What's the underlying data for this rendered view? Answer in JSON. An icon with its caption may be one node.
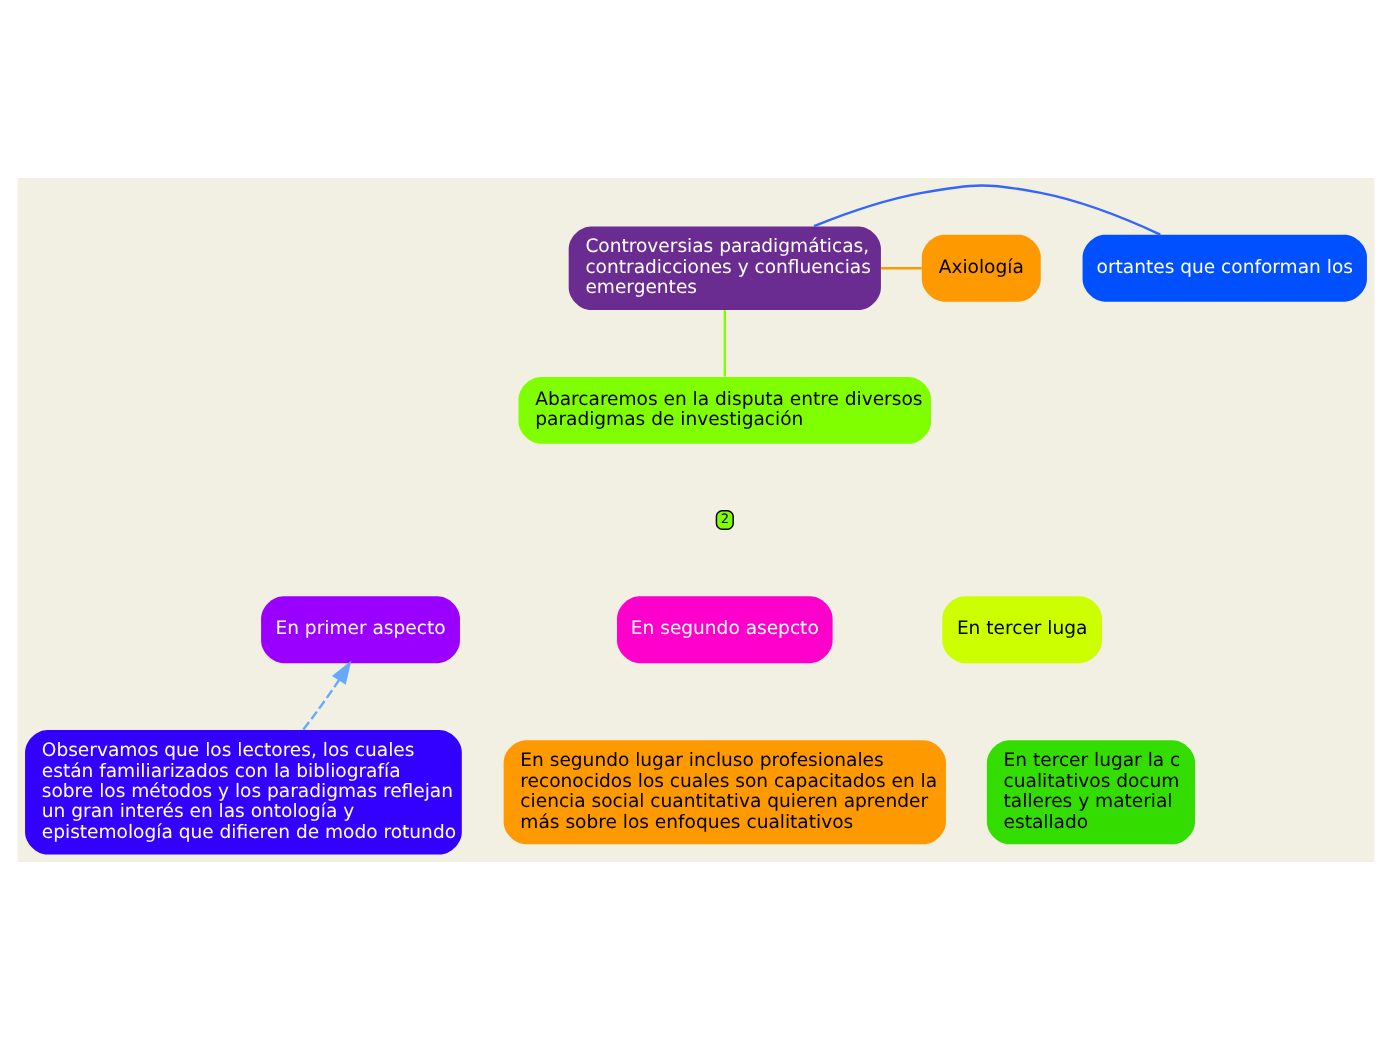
{
  "diagram": {
    "nodes": [
      {
        "text": [
          "Controversias paradigmáticas, contradicciones y confluencias emergentes"
        ]
      },
      {
        "text": [
          "ortantes que conforman los"
        ]
      },
      {
        "text": [
          "Axiología"
        ]
      },
      {
        "text": [
          "Abarcaremos en la disputa entre diversos paradigmas de investigación"
        ]
      },
      {
        "text": [
          "En primer aspecto"
        ]
      },
      {
        "text": [
          "En segundo asepcto"
        ]
      },
      {
        "text": [
          "En tercer luga"
        ]
      },
      {
        "text": [
          "Observamos que los lectores, los cuales están familiarizados con la bibliografía sobre los métodos y los paradigmas reflejan un gran interés en las ontología y epistemología que difieren de modo rotundo"
        ]
      },
      {
        "text": [
          "En segundo lugar incluso profesionales reconocidos los cuales son capacitados en la ciencia social cuantitativa quieren aprender más sobre los enfoques cualitativos"
        ]
      },
      {
        "text": [
          "En tercer lugar la c cualitativos docum talleres y material estallado"
        ]
      }
    ],
    "edges": [
      {
        "from": 0,
        "to": 1,
        "arrow": "none",
        "color": "#3366ff"
      },
      {
        "from": 0,
        "to": 3,
        "arrow": "none",
        "color": "#80ff00"
      },
      {
        "from": 0,
        "to": 2,
        "arrow": "none",
        "color": "#ff9900"
      },
      {
        "from": 7,
        "to": 4,
        "arrow": "to",
        "style": "dashed",
        "color": "#66aaff"
      }
    ],
    "labels": [
      "2"
    ]
  }
}
